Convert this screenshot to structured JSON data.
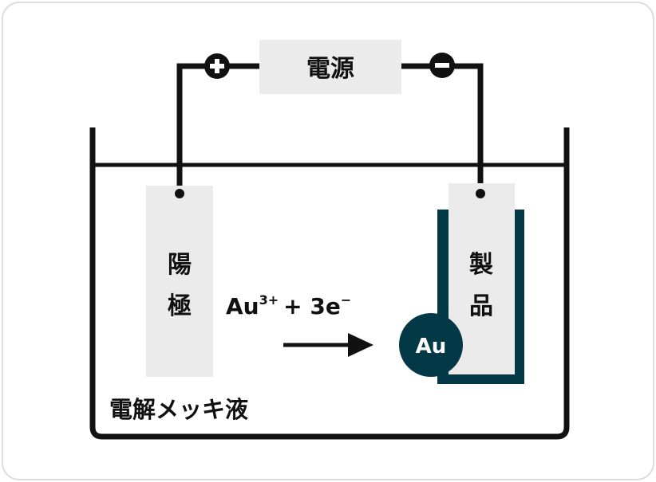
{
  "power_source": {
    "label": "電源",
    "plus": "+",
    "minus": "−"
  },
  "anode": {
    "label_1": "陽",
    "label_2": "極"
  },
  "product": {
    "label_1": "製",
    "label_2": "品"
  },
  "reaction": {
    "base": "Au",
    "charge": "3+",
    "plus": "+ 3e",
    "electron_charge": "−"
  },
  "gold_particle": {
    "label": "Au"
  },
  "solution": {
    "label": "電解メッキ液"
  },
  "colors": {
    "dark": "#033846",
    "light": "#ebebeb",
    "line": "#111111"
  }
}
